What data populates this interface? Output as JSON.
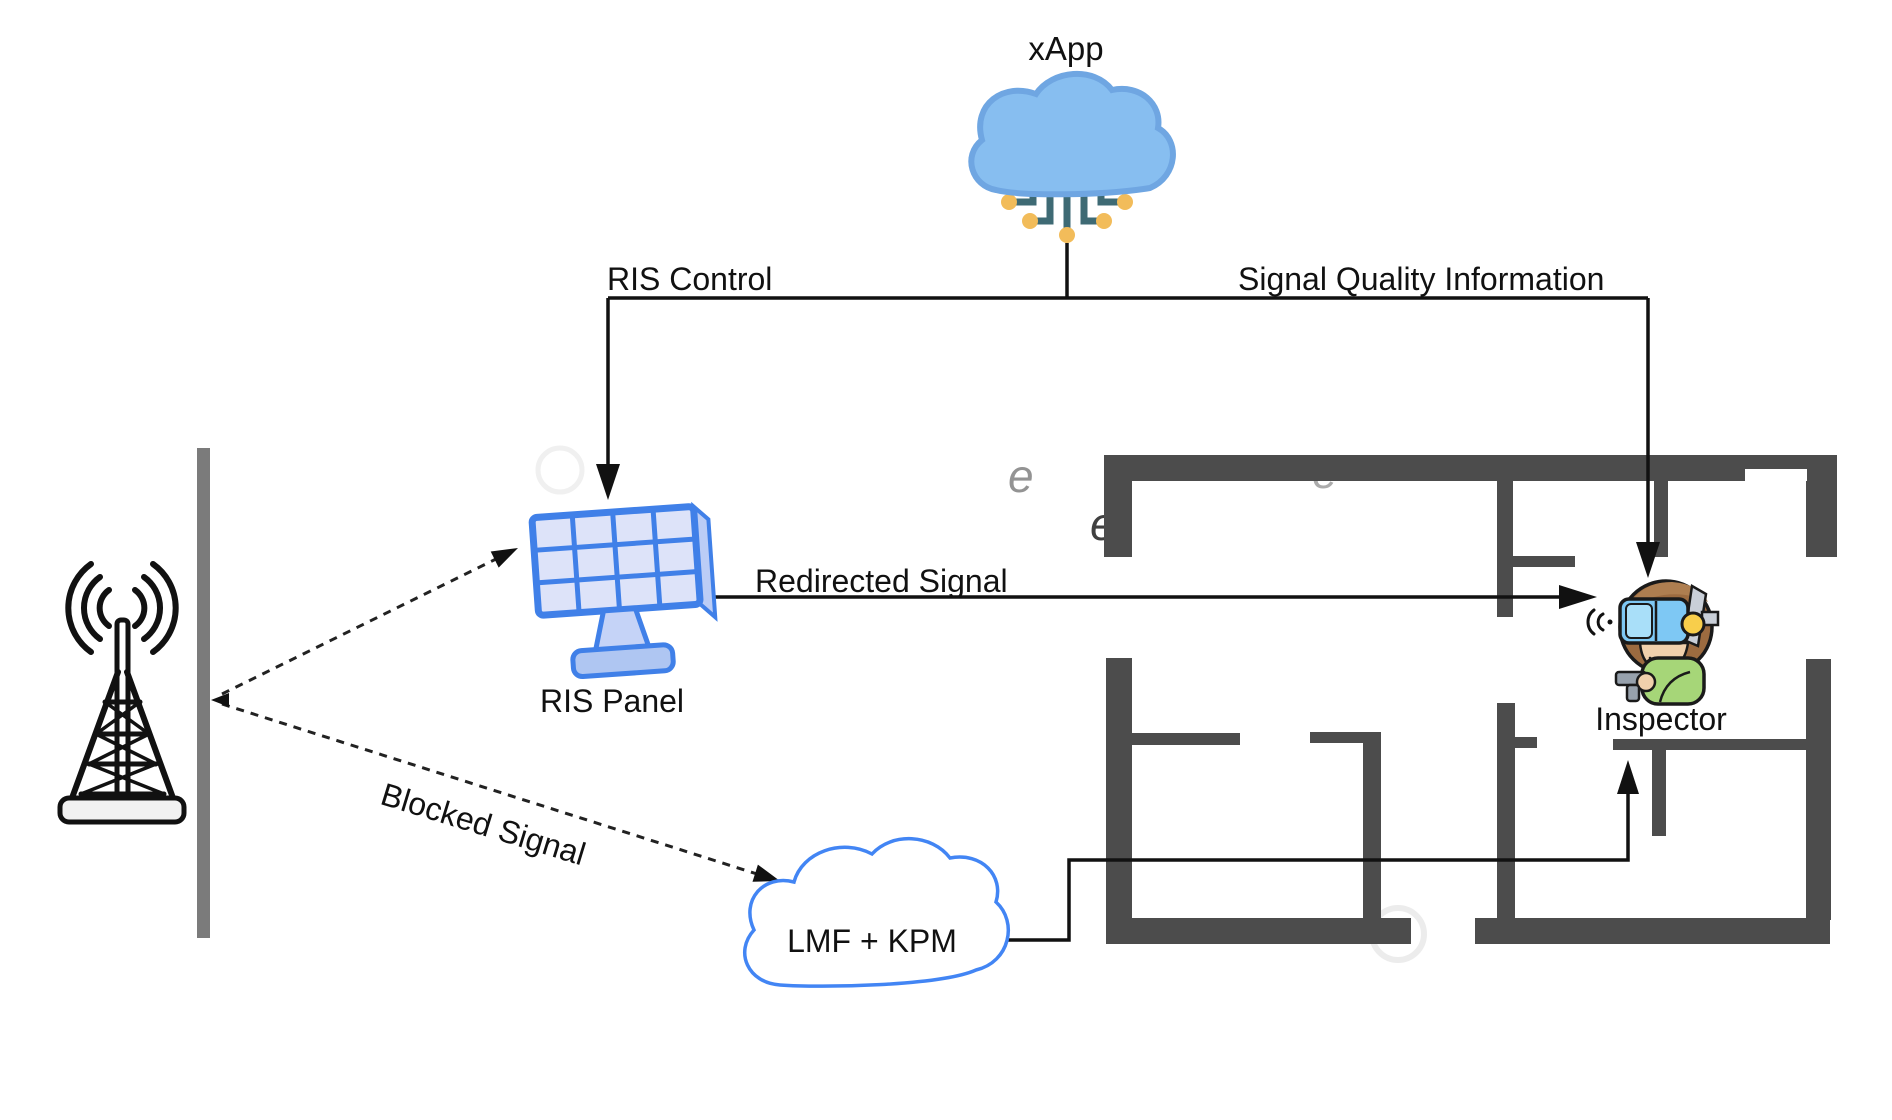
{
  "diagram_type": "network-architecture",
  "nodes": {
    "xapp": {
      "label": "xApp",
      "icon": "cloud-circuit"
    },
    "base_station": {
      "label": "",
      "icon": "radio-tower"
    },
    "ris_panel": {
      "label": "RIS Panel",
      "icon": "solar-panel"
    },
    "inspector": {
      "label": "Inspector",
      "icon": "vr-inspector-person"
    },
    "lmf": {
      "label": "LMF + KPM",
      "icon": "outline-cloud"
    },
    "building": {
      "label": "",
      "icon": "floor-plan"
    },
    "wall": {
      "label": "",
      "icon": "blocking-wall"
    }
  },
  "edges": {
    "ris_control": {
      "label": "RIS Control",
      "from": "xapp",
      "to": "ris_panel",
      "style": "solid-arrow"
    },
    "signal_quality": {
      "label": "Signal Quality Information",
      "from": "xapp",
      "to": "inspector",
      "style": "solid-arrow"
    },
    "redirected_signal": {
      "label": "Redirected Signal",
      "from": "ris_panel",
      "to": "inspector",
      "style": "solid-arrow"
    },
    "blocked_signal": {
      "label": "Blocked Signal",
      "from": "base_station",
      "to": "lmf",
      "style": "dashed-arrow"
    },
    "incident_signal": {
      "label": "",
      "from": "base_station",
      "to": "ris_panel",
      "style": "dashed-arrow"
    },
    "lmf_feedback": {
      "label": "",
      "from": "lmf",
      "to": "inspector",
      "style": "solid-arrow"
    }
  },
  "colors": {
    "xapp_cloud_fill": "#87BEF0",
    "xapp_cloud_edge": "#6FA6E2",
    "circuit_teal": "#3E6A74",
    "circuit_dot": "#F2BC5A",
    "panel_blue": "#4080E8",
    "panel_cell": "#DDE3F9",
    "panel_base": "#AFC6F2",
    "lmf_stroke": "#4285F4",
    "building_wall": "#4C4C4C",
    "barrier_gray": "#7B7B7B",
    "line_black": "#111111",
    "goggles_blue": "#7EC8F4",
    "hair_brown": "#9C6B40",
    "shirt_green": "#A6D678",
    "knob_yellow": "#F8CE4B"
  }
}
